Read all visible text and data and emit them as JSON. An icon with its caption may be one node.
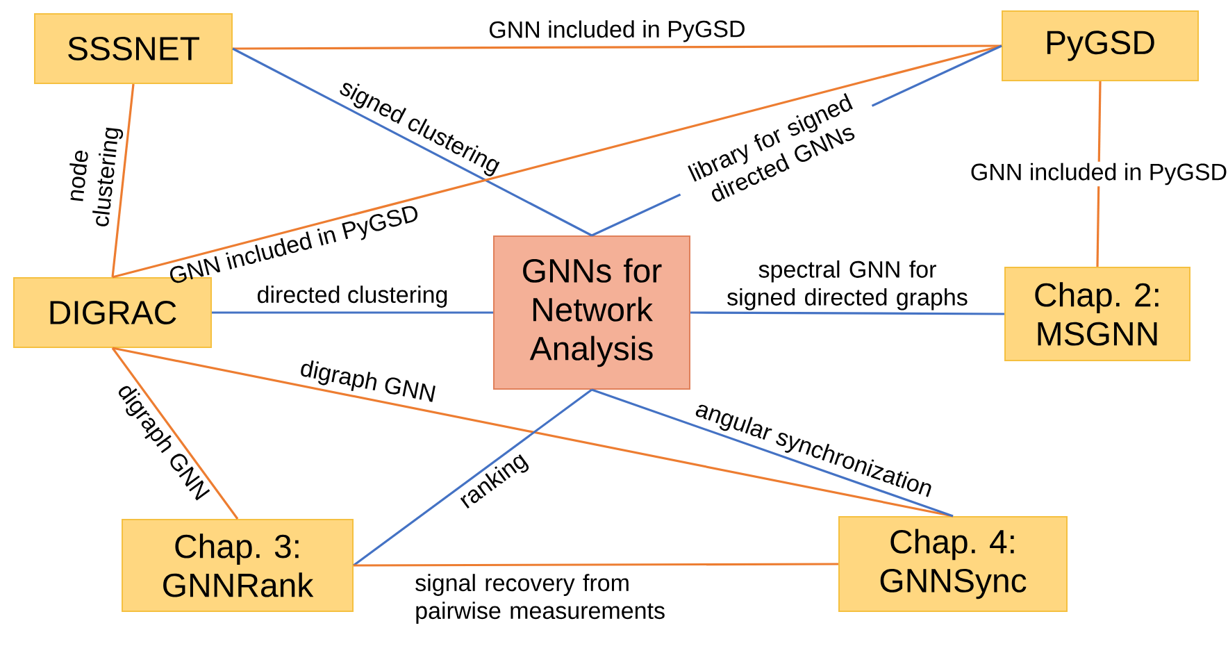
{
  "diagram": {
    "nodes": [
      {
        "text": [
          "SSSNET"
        ]
      },
      {
        "text": [
          "PyGSD"
        ]
      },
      {
        "text": [
          "DIGRAC"
        ]
      },
      {
        "text": [
          "GNNs for Network Analysis"
        ]
      },
      {
        "text": [
          "Chap. 2: MSGNN"
        ]
      },
      {
        "text": [
          "Chap. 3: GNNRank"
        ]
      },
      {
        "text": [
          "Chap. 4: GNNSync"
        ]
      }
    ],
    "edges": [
      {
        "from": 0,
        "to": 1,
        "arrow": "none",
        "label": "GNN included in PyGSD",
        "color": "#ed7d31"
      },
      {
        "from": 0,
        "to": 3,
        "arrow": "none",
        "label": "signed clustering",
        "color": "#4472c4"
      },
      {
        "from": 0,
        "to": 2,
        "arrow": "none",
        "label": "node clustering",
        "color": "#ed7d31"
      },
      {
        "from": 2,
        "to": 1,
        "arrow": "none",
        "label": "GNN included in PyGSD",
        "color": "#ed7d31"
      },
      {
        "from": 3,
        "to": 1,
        "arrow": "none",
        "label": "library for signed directed GNNs",
        "color": "#4472c4"
      },
      {
        "from": 1,
        "to": 4,
        "arrow": "none",
        "label": "GNN included in PyGSD",
        "color": "#ed7d31"
      },
      {
        "from": 2,
        "to": 3,
        "arrow": "none",
        "label": "directed clustering",
        "color": "#4472c4"
      },
      {
        "from": 3,
        "to": 4,
        "arrow": "none",
        "label": "spectral GNN for signed directed graphs",
        "color": "#4472c4"
      },
      {
        "from": 2,
        "to": 5,
        "arrow": "none",
        "label": "digraph GNN",
        "color": "#ed7d31"
      },
      {
        "from": 2,
        "to": 6,
        "arrow": "none",
        "label": "digraph GNN",
        "color": "#ed7d31"
      },
      {
        "from": 5,
        "to": 3,
        "arrow": "none",
        "label": "ranking",
        "color": "#4472c4"
      },
      {
        "from": 3,
        "to": 6,
        "arrow": "none",
        "label": "angular synchronization",
        "color": "#4472c4"
      },
      {
        "from": 5,
        "to": 6,
        "arrow": "none",
        "label": "signal recovery from pairwise measurements",
        "color": "#ed7d31"
      }
    ]
  }
}
